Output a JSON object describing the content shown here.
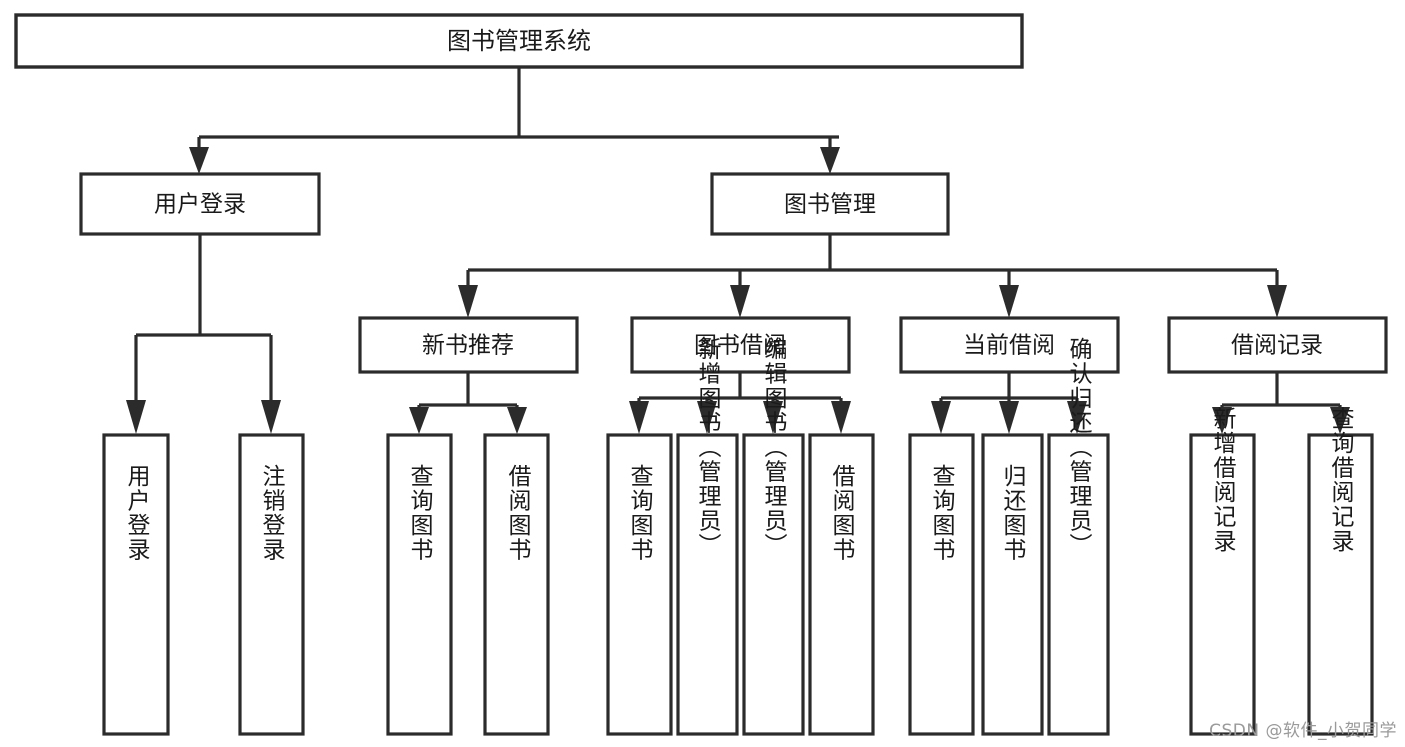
{
  "diagram": {
    "type": "tree-hierarchy-chart",
    "title": "图书管理系统",
    "root": {
      "id": "root",
      "label": "图书管理系统"
    },
    "level2": [
      {
        "id": "user-login",
        "label": "用户登录"
      },
      {
        "id": "book-manage",
        "label": "图书管理"
      }
    ],
    "level3": [
      {
        "id": "new-book-recommend",
        "label": "新书推荐",
        "parent": "book-manage"
      },
      {
        "id": "book-borrow",
        "label": "图书借阅",
        "parent": "book-manage"
      },
      {
        "id": "current-borrow",
        "label": "当前借阅",
        "parent": "book-manage"
      },
      {
        "id": "borrow-record",
        "label": "借阅记录",
        "parent": "book-manage"
      }
    ],
    "leaves": {
      "user-login": [
        {
          "id": "leaf-user-login",
          "label": "用户登录"
        },
        {
          "id": "leaf-logout-login",
          "label": "注销登录"
        }
      ],
      "new-book-recommend": [
        {
          "id": "leaf-query-book-1",
          "label": "查询图书"
        },
        {
          "id": "leaf-borrow-book-1",
          "label": "借阅图书"
        }
      ],
      "book-borrow": [
        {
          "id": "leaf-query-book-2",
          "label": "查询图书"
        },
        {
          "id": "leaf-add-book",
          "label": "新增图书（管理员）"
        },
        {
          "id": "leaf-edit-book",
          "label": "编辑图书（管理员）"
        },
        {
          "id": "leaf-borrow-book-2",
          "label": "借阅图书"
        }
      ],
      "current-borrow": [
        {
          "id": "leaf-query-book-3",
          "label": "查询图书"
        },
        {
          "id": "leaf-return-book",
          "label": "归还图书"
        },
        {
          "id": "leaf-confirm-return",
          "label": "确认归还（管理员）"
        }
      ],
      "borrow-record": [
        {
          "id": "leaf-add-record",
          "label": "新增借阅记录"
        },
        {
          "id": "leaf-query-record",
          "label": "查询借阅记录"
        }
      ]
    },
    "colors": {
      "stroke": "#2b2b2b",
      "fill": "#ffffff",
      "text": "#1a1a1a",
      "watermark": "#9a9a9a"
    }
  },
  "watermark": {
    "label": "CSDN @软件_小贺同学"
  }
}
